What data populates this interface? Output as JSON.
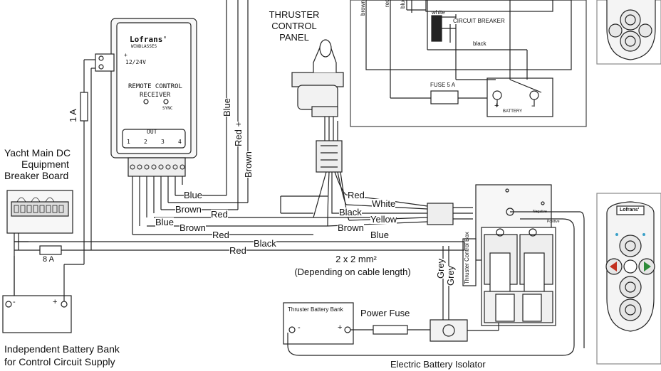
{
  "labels": {
    "yacht_board": [
      "Yacht Main DC",
      "Equipment",
      "Breaker Board"
    ],
    "independent_bank": [
      "Independent Battery Bank",
      "for Control Circuit Supply"
    ],
    "thruster_panel": [
      "THRUSTER",
      "CONTROL",
      "PANEL"
    ],
    "cable_size": [
      "2 x 2 mm²",
      "(Depending on cable length)"
    ],
    "power_fuse": "Power Fuse",
    "thruster_battery_bank": "Thruster Battery Bank",
    "electric_isolator": "Electric Battery Isolator",
    "fuse_1a": "1 A",
    "fuse_8a": "8 A",
    "thruster_control_box": "Thruster Control Box"
  },
  "receiver": {
    "brand": "Lofrans'",
    "brand_sub": "WINDLASSES",
    "voltage": "12/24V",
    "plus": "+",
    "title": [
      "REMOTE CONTROL",
      "RECEIVER"
    ],
    "sync": "SYNC",
    "out": "OUT",
    "out_numbers": [
      "1",
      "2",
      "3",
      "4"
    ]
  },
  "wires": {
    "vertical": [
      "Blue",
      "Red +",
      "Brown"
    ],
    "receiver_out": [
      "Blue",
      "Brown",
      "Red",
      "Blue",
      "Brown",
      "Red"
    ],
    "harness": [
      "Red",
      "White",
      "Black",
      "Yellow",
      "Brown",
      "Blue"
    ],
    "supply": [
      "Black",
      "Red"
    ],
    "grey": [
      "Grey",
      "Grey"
    ]
  },
  "inset": {
    "wires": [
      "brown",
      "red",
      "blue"
    ],
    "white": "white",
    "circuit_breaker": "CIRCUIT BREAKER",
    "black": "black",
    "fuse": "FUSE 5 A",
    "battery": "BATTERY"
  },
  "remote": {
    "brand": "Lofrans'"
  },
  "battery_terminals": {
    "minus": "-",
    "plus": "+"
  },
  "isolator": {
    "negative": "Negative",
    "positive": "Positive"
  }
}
